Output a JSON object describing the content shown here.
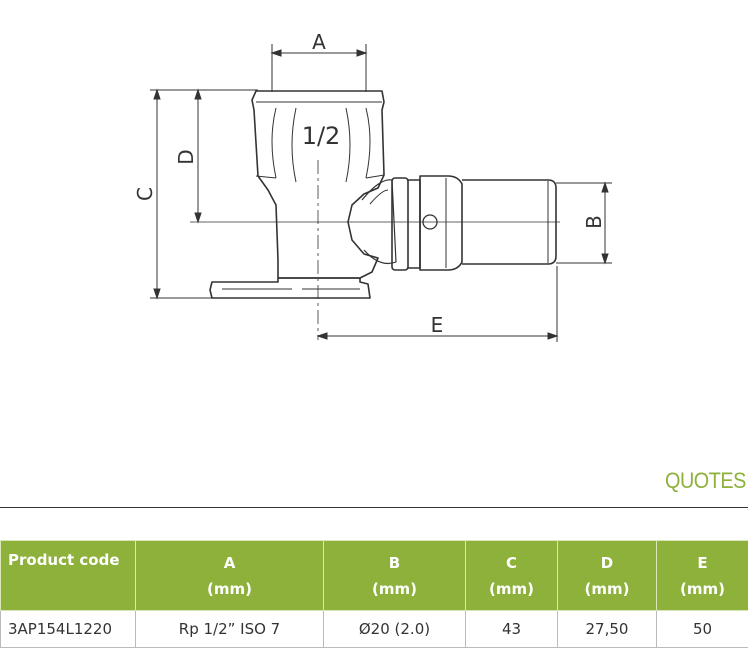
{
  "drawing": {
    "labels": {
      "a": "A",
      "b": "B",
      "c": "C",
      "d": "D",
      "e": "E",
      "thread": "1/2"
    }
  },
  "section_title": "QUOTES",
  "table": {
    "headers": [
      {
        "label": "Product code",
        "unit": ""
      },
      {
        "label": "A",
        "unit": "(mm)"
      },
      {
        "label": "B",
        "unit": "(mm)"
      },
      {
        "label": "C",
        "unit": "(mm)"
      },
      {
        "label": "D",
        "unit": "(mm)"
      },
      {
        "label": "E",
        "unit": "(mm)"
      }
    ],
    "rows": [
      [
        "3AP154L1220",
        "Rp 1/2” ISO 7",
        "Ø20 (2.0)",
        "43",
        "27,50",
        "50"
      ]
    ]
  },
  "colors": {
    "accent": "#8db13a",
    "line": "#333333"
  }
}
